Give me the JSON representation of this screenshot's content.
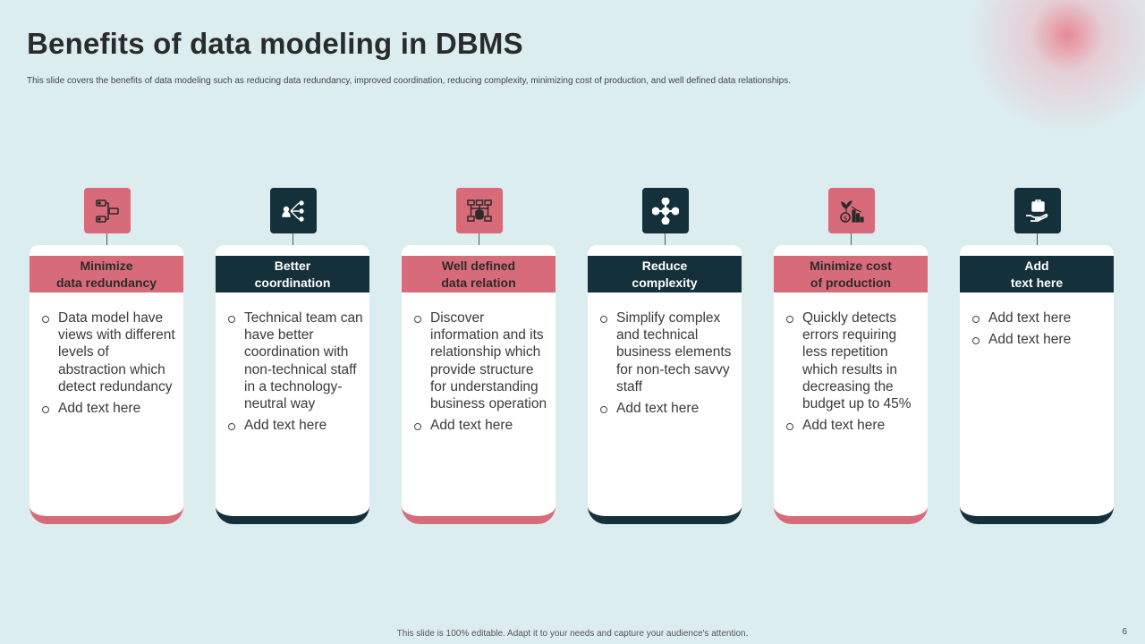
{
  "slide": {
    "title": "Benefits of data modeling in DBMS",
    "subtitle": "This slide covers the benefits of data modeling  such as reducing data redundancy, improved coordination, reducing complexity, minimizing  cost of production, and well defined data relationships.",
    "footer": "This slide is 100% editable.  Adapt it to your needs and capture your audience's attention.",
    "page_number": "6"
  },
  "colors": {
    "pink": "#d86b7a",
    "dark": "#14303a",
    "background": "#dcedf0"
  },
  "cards": [
    {
      "theme": "pink",
      "icon": "flowchart-icon",
      "heading": "Minimize\ndata redundancy",
      "bullets": [
        "Data model have views with different levels of abstraction which detect redundancy",
        "Add text here"
      ]
    },
    {
      "theme": "dark",
      "icon": "team-network-icon",
      "heading": "Better\ncoordination",
      "bullets": [
        "Technical team can have better coordination with  non-technical staff in a technology-neutral way",
        "Add text here"
      ]
    },
    {
      "theme": "pink",
      "icon": "data-relation-icon",
      "heading": "Well defined\ndata relation",
      "bullets": [
        "Discover information and its relationship which provide structure for understanding business operation",
        "Add text here"
      ]
    },
    {
      "theme": "dark",
      "icon": "hub-nodes-icon",
      "heading": "Reduce\ncomplexity",
      "bullets": [
        "Simplify complex and technical business elements for non-tech savvy staff",
        "Add text here"
      ]
    },
    {
      "theme": "pink",
      "icon": "cost-decrease-icon",
      "heading": "Minimize cost\nof production",
      "bullets": [
        "Quickly detects errors requiring  less repetition which results in decreasing the budget up to 45%",
        "Add text here"
      ]
    },
    {
      "theme": "dark",
      "icon": "briefcase-hand-icon",
      "heading": "Add\ntext here",
      "bullets": [
        "Add text here",
        "Add text here"
      ]
    }
  ]
}
